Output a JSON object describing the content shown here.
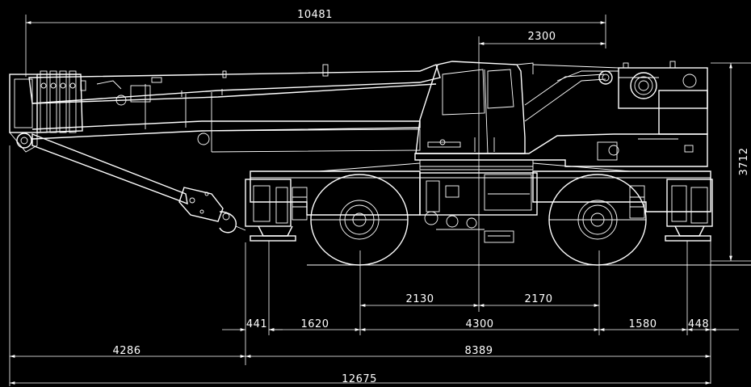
{
  "colors": {
    "background": "#000000",
    "line": "#ffffff"
  },
  "dimensions": {
    "boom_reach": "10481",
    "cab_offset": "2300",
    "overall_height": "3712",
    "front_to_center": "2130",
    "center_to_rear": "2170",
    "front_outrigger_offset": "441",
    "front_overhang": "1620",
    "wheelbase": "4300",
    "rear_overhang": "1580",
    "rear_outrigger_offset": "448",
    "boom_overhang": "4286",
    "carrier_length": "8389",
    "overall_length": "12675"
  }
}
